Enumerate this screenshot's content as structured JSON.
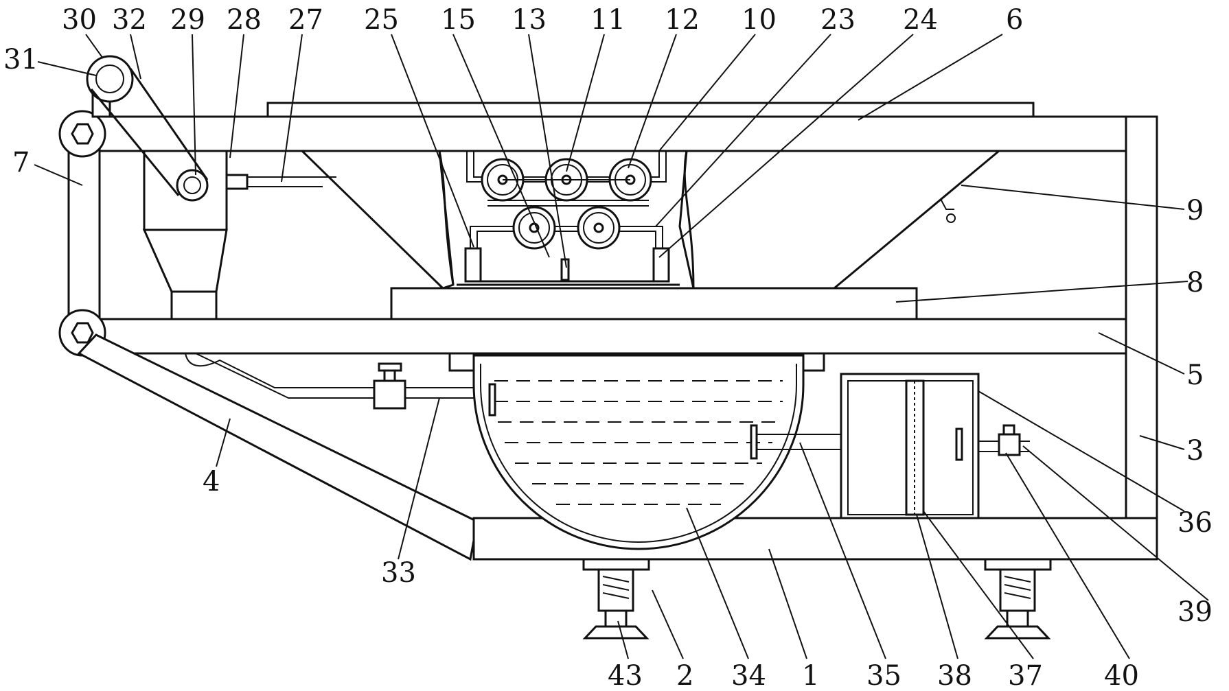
{
  "labels": {
    "l1": "1",
    "l2": "2",
    "l3": "3",
    "l4": "4",
    "l5": "5",
    "l6": "6",
    "l7": "7",
    "l8": "8",
    "l9": "9",
    "l10": "10",
    "l11": "11",
    "l12": "12",
    "l13": "13",
    "l15": "15",
    "l23": "23",
    "l24": "24",
    "l25": "25",
    "l27": "27",
    "l28": "28",
    "l29": "29",
    "l30": "30",
    "l31": "31",
    "l32": "32",
    "l33": "33",
    "l34": "34",
    "l35": "35",
    "l36": "36",
    "l37": "37",
    "l38": "38",
    "l39": "39",
    "l40": "40",
    "l43": "43"
  }
}
